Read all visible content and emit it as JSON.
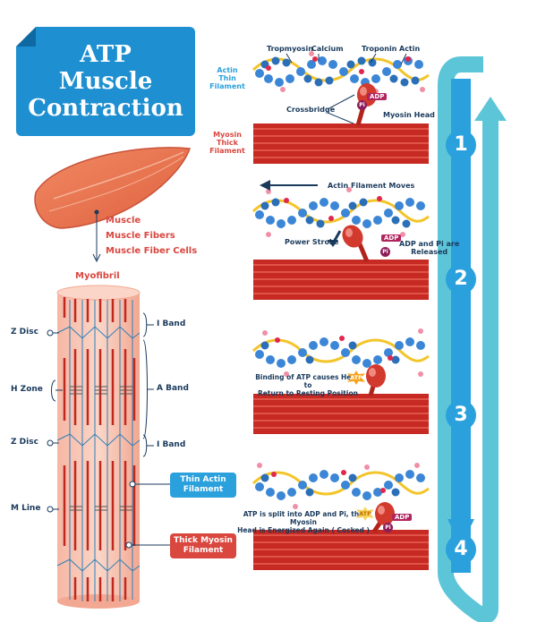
{
  "title": {
    "line1": "ATP",
    "line2": "Muscle",
    "line3": "Contraction"
  },
  "panel1": {
    "top_labels": {
      "tropomyosin": "Tropmyosin",
      "calcium": "Calcium",
      "troponin": "Troponin",
      "actin": "Actin"
    },
    "actin_label": {
      "l1": "Actin",
      "l2": "Thin",
      "l3": "Filament"
    },
    "myosin_label": {
      "l1": "Myosin",
      "l2": "Thick",
      "l3": "Filament"
    },
    "crossbridge": "Crossbridge",
    "myosin_head": "Myosin Head",
    "adp": "ADP",
    "pi": "Pi"
  },
  "panel2": {
    "moves": "Actin Filament  Moves",
    "power_stroke": "Power Stroke",
    "released_l1": "ADP and Pi are",
    "released_l2": "Released",
    "adp": "ADP",
    "pi": "Pi"
  },
  "panel3": {
    "caption_l1": "Binding of ATP causes Head to",
    "caption_l2": "Return to Resting Position",
    "atp": "ATP"
  },
  "panel4": {
    "caption_l1": "ATP is split into ADP and Pi, the Myosin",
    "caption_l2": "Head is Energized Again ( Cocked )",
    "atp": "ATP",
    "adp": "ADP",
    "pi": "Pi"
  },
  "steps": [
    "1",
    "2",
    "3",
    "4"
  ],
  "muscle": {
    "muscle": "Muscle",
    "fibers": "Muscle Fibers",
    "cells": "Muscle Fiber Cells"
  },
  "myofibril": "Myofibril",
  "left_labels": {
    "zdisc1": "Z Disc",
    "hzone": "H Zone",
    "zdisc2": "Z Disc",
    "mline": "M Line"
  },
  "right_labels": {
    "iband1": "I Band",
    "aband": "A Band",
    "iband2": "I Band"
  },
  "callouts": {
    "thin_l1": "Thin Actin",
    "thin_l2": "Filament",
    "thick_l1": "Thick Myosin",
    "thick_l2": "Filament"
  },
  "colors": {
    "blue": "#1e8fd0",
    "red": "#d9473f",
    "cycle_dark": "#2aa0dc",
    "cycle_light": "#5cc6d8"
  }
}
